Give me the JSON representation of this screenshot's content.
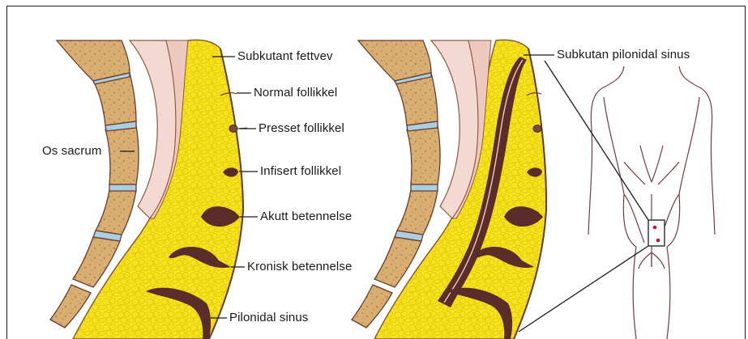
{
  "labels": {
    "subkutant_fettvev": "Subkutant fettvev",
    "normal_follikkel": "Normal follikkel",
    "presset_follikkel": "Presset follikkel",
    "infisert_follikkel": "Infisert follikkel",
    "akutt_betennelse": "Akutt betennelse",
    "kronisk_betennelse": "Kronisk betennelse",
    "pilonidal_sinus": "Pilonidal sinus",
    "os_sacrum": "Os sacrum",
    "subkutan_pilonidal_sinus": "Subkutan pilonidal sinus"
  },
  "colors": {
    "fat": "#f5e21c",
    "fat_cell_outline": "#e8cf00",
    "bone": "#d4a86c",
    "bone_dark": "#b8874e",
    "disc": "#a9cfe0",
    "skin_pink": "#f3d9d2",
    "tissue_outline": "#6b3b2e",
    "lesion": "#5a2d2a",
    "body_outline": "#7a3a3a",
    "marker": "#c0143c"
  }
}
